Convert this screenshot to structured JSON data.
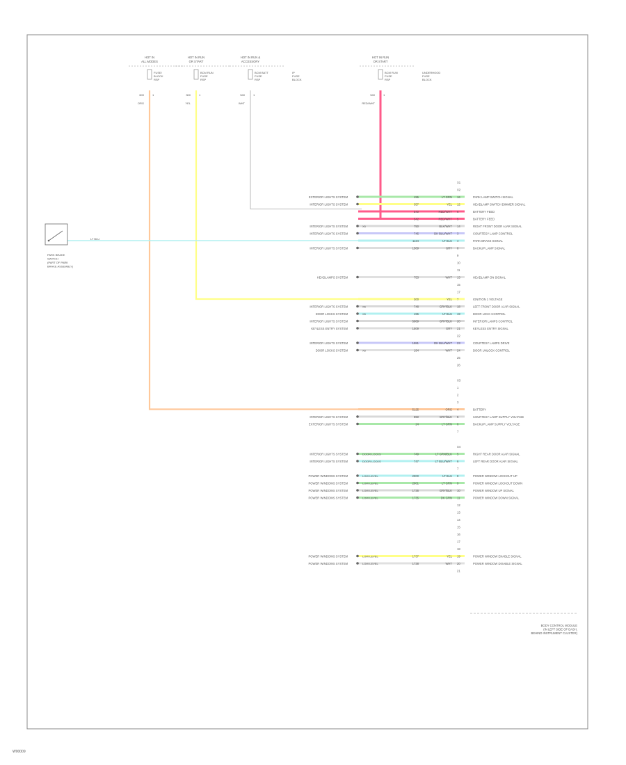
{
  "fuses": [
    {
      "title": "HOT IN\nALL MODES",
      "lines": [
        "FUSE/",
        "BLOCK",
        "RSP"
      ],
      "pin": "1",
      "circuit": "600",
      "wire": "ORG",
      "color": "#ffc89a"
    },
    {
      "title": "HOT IN RUN\nOR START",
      "lines": [
        "BCM RUN",
        "FUSE",
        "RSP"
      ],
      "pin": "1",
      "circuit": "300",
      "wire": "YEL",
      "color": "#ffff88"
    },
    {
      "title": "HOT IN RUN &\nACCESSORY",
      "lines": [
        "BCM BATT",
        "FUSE",
        "RSP"
      ],
      "pin": "1",
      "circuit": "540",
      "wire": "WHT",
      "color": "#d0d0d0",
      "side": [
        "IP",
        "FUSE",
        "BLOCK"
      ]
    },
    {
      "title": "HOT IN RUN\nOR START",
      "lines": [
        "BCM RUN",
        "FUSE",
        "RSP"
      ],
      "pin": "1",
      "circuit": "540",
      "wire": "RED/WHT",
      "color": "#ff5a8a",
      "side": [
        "UNDERHOOD",
        "FUSE",
        "BLOCK"
      ]
    }
  ],
  "switch": {
    "label": [
      "PARK BRAKE",
      "SWITCH",
      "(PART OF PARK",
      "BRAKE ASSEMBLY)"
    ],
    "wire": "LT BLU"
  },
  "module_label": [
    "BODY CONTROL MODULE",
    "(IN LEFT SIDE OF DASH,",
    "BEHIND INSTRUMENT CLUSTER)"
  ],
  "rows": [
    {
      "pin": "X1"
    },
    {
      "pin": "X2"
    },
    {
      "left": "EXTERIOR LIGHTS SYSTEM",
      "circuit": "495",
      "wire": "LT GRN",
      "pin": "16",
      "right": "PARK LAMP SWITCH SIGNAL",
      "color": "#a8e8a8"
    },
    {
      "left": "INTERIOR LIGHTS SYSTEM",
      "circuit": "357",
      "wire": "YEL",
      "pin": "12",
      "right": "HEADLAMP SWITCH DIMMER SIGNAL",
      "color": "#ffff88"
    },
    {
      "circuit": "540",
      "wire": "RED/WHT",
      "pin": "6",
      "right": "BATTERY FEED",
      "color": "#ff5a8a"
    },
    {
      "circuit": "542",
      "wire": "RED/WHT",
      "pin": "5",
      "right": "BATTERY FEED",
      "color": "#ff5a8a"
    },
    {
      "left": "INTERIOR LIGHTS SYSTEM",
      "mid": "X5",
      "circuit": "750",
      "wire": "BLK/WHT",
      "pin": "14",
      "right": "RIGHT FRONT DOOR AJAR SIGNAL",
      "color": "#d8d8d8"
    },
    {
      "left": "INTERIOR LIGHTS SYSTEM",
      "circuit": "745",
      "wire": "DK BLU/WHT",
      "pin": "3",
      "right": "COURTESY LAMP CONTROL",
      "color": "#c8c8f8"
    },
    {
      "circuit": "1134",
      "wire": "LT BLU",
      "pin": "4",
      "right": "PARK BRAKE SIGNAL",
      "color": "#b0f0f0"
    },
    {
      "left": "INTERIOR LIGHTS SYSTEM",
      "circuit": "1589",
      "wire": "GRY",
      "pin": "8",
      "right": "BACKUP LAMP SIGNAL",
      "color": "#dddddd"
    },
    {
      "pin": "9"
    },
    {
      "pin": "10"
    },
    {
      "pin": "11"
    },
    {
      "left": "HEADLAMPS SYSTEM",
      "circuit": "753",
      "wire": "WHT",
      "pin": "13",
      "right": "HEADLAMP ON SIGNAL",
      "color": "#e0e0e0"
    },
    {
      "pin": "15"
    },
    {
      "pin": "17"
    },
    {
      "circuit": "300",
      "wire": "YEL",
      "pin": "7",
      "right": "IGNITION 1 VOLTAGE",
      "color": "#ffff88"
    },
    {
      "left": "INTERIOR LIGHTS SYSTEM",
      "mid": "X5",
      "circuit": "748",
      "wire": "GRY/BLK",
      "pin": "18",
      "right": "LEFT FRONT DOOR AJAR SIGNAL",
      "color": "#d8d8d8"
    },
    {
      "left": "DOOR LOCKS SYSTEM",
      "mid": "X5",
      "circuit": "195",
      "wire": "LT BLU",
      "pin": "19",
      "right": "DOOR LOCK CONTROL",
      "color": "#b0f0f0"
    },
    {
      "left": "INTERIOR LIGHTS SYSTEM",
      "circuit": "5989",
      "wire": "GRY/BLK",
      "pin": "20",
      "right": "INTERIOR LAMPS CONTROL",
      "color": "#d8d8d8"
    },
    {
      "left": "KEYLESS ENTRY SYSTEM",
      "circuit": "1509",
      "wire": "GRY",
      "pin": "21",
      "right": "KEYLESS ENTRY SIGNAL",
      "color": "#dddddd"
    },
    {
      "pin": "22"
    },
    {
      "left": "INTERIOR LIGHTS SYSTEM",
      "circuit": "1981",
      "wire": "DK BLU/WHT",
      "pin": "23",
      "right": "COURTESY LAMPS DRIVE",
      "color": "#c8c8f8"
    },
    {
      "left": "DOOR LOCKS SYSTEM",
      "mid": "X5",
      "circuit": "194",
      "wire": "WHT",
      "pin": "24",
      "right": "DOOR UNLOCK CONTROL",
      "color": "#e0e0e0"
    },
    {
      "pin": "25"
    },
    {
      "pin": "26"
    },
    {
      "pin": "X3"
    },
    {
      "pin": "1"
    },
    {
      "pin": "2"
    },
    {
      "pin": "3"
    },
    {
      "circuit": "5125",
      "wire": "ORG",
      "pin": "4",
      "right": "BATTERY",
      "color": "#ffc89a"
    },
    {
      "left": "INTERIOR LIGHTS SYSTEM",
      "circuit": "860",
      "wire": "GRY/BLK",
      "pin": "5",
      "right": "COURTESY LAMP SUPPLY VOLTAGE",
      "color": "#d8d8d8"
    },
    {
      "left": "EXTERIOR LIGHTS SYSTEM",
      "circuit": "24",
      "wire": "LT GRN",
      "pin": "6",
      "right": "BACKUP LAMP SUPPLY VOLTAGE",
      "color": "#a8e8a8"
    },
    {
      "pin": "7"
    },
    {
      "pin": "X4"
    },
    {
      "left": "INTERIOR LIGHTS SYSTEM",
      "mid": "DOOR LOCKS",
      "circuit": "749",
      "wire": "LT GRN/BLK",
      "pin": "5",
      "right": "RIGHT REAR DOOR AJAR SIGNAL",
      "color": "#a8e8a8"
    },
    {
      "left": "INTERIOR LIGHTS SYSTEM",
      "mid": "DOOR LOCKS",
      "circuit": "747",
      "wire": "LT BLU/WHT",
      "pin": "6",
      "right": "LEFT REAR DOOR AJAR SIGNAL",
      "color": "#b0f0f0"
    },
    {
      "pin": "7"
    },
    {
      "left": "POWER WINDOWS SYSTEM",
      "mid": "LOW LEVEL",
      "circuit": "2900",
      "wire": "LT BLU",
      "pin": "8",
      "right": "POWER WINDOW LOCKOUT UP",
      "color": "#b0f0f0"
    },
    {
      "left": "POWER WINDOWS SYSTEM",
      "mid": "LOW LEVEL",
      "circuit": "2901",
      "wire": "LT GRN",
      "pin": "9",
      "right": "POWER WINDOW LOCKOUT DOWN",
      "color": "#a8e8a8"
    },
    {
      "left": "POWER WINDOWS SYSTEM",
      "mid": "LOW LEVEL",
      "circuit": "1736",
      "wire": "GRY/BLK",
      "pin": "10",
      "right": "POWER WINDOW UP SIGNAL",
      "color": "#d8d8d8"
    },
    {
      "left": "POWER WINDOWS SYSTEM",
      "mid": "LOW LEVEL",
      "circuit": "1735",
      "wire": "DK GRN",
      "pin": "11",
      "right": "POWER WINDOW DOWN SIGNAL",
      "color": "#a8e8a8"
    },
    {
      "pin": "12"
    },
    {
      "pin": "13"
    },
    {
      "pin": "14"
    },
    {
      "pin": "15"
    },
    {
      "pin": "16"
    },
    {
      "pin": "17"
    },
    {
      "pin": "18"
    },
    {
      "left": "POWER WINDOWS SYSTEM",
      "mid": "LOW LEVEL",
      "circuit": "1737",
      "wire": "YEL",
      "pin": "19",
      "right": "POWER WINDOW ENABLE SIGNAL",
      "color": "#ffff88"
    },
    {
      "left": "POWER WINDOWS SYSTEM",
      "mid": "LOW LEVEL",
      "circuit": "1738",
      "wire": "WHT",
      "pin": "20",
      "right": "POWER WINDOW DISABLE SIGNAL",
      "color": "#e0e0e0"
    },
    {
      "pin": "21"
    }
  ],
  "footer_ref": "W00009"
}
